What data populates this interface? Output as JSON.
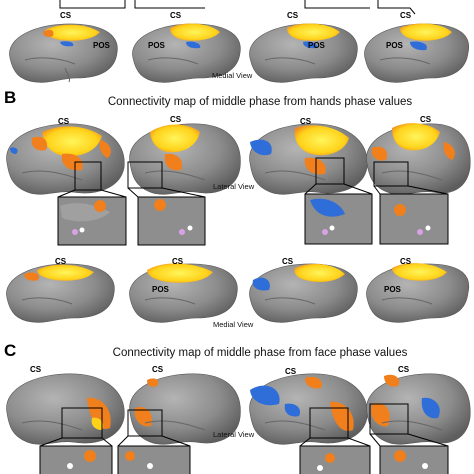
{
  "panels": [
    {
      "letter": "",
      "title": "",
      "medial_view_label": "Medial View",
      "brain_labels": {
        "cs": "CS",
        "pos": "POS"
      }
    },
    {
      "letter": "B",
      "title": "Connectivity map of middle phase from hands phase values",
      "lateral_view_label": "Lateral View",
      "medial_view_label": "Medial View",
      "brain_labels": {
        "cs": "CS",
        "pos": "POS"
      }
    },
    {
      "letter": "C",
      "title": "Connectivity map of middle phase from face phase values",
      "lateral_view_label": "Lateral View",
      "brain_labels": {
        "cs": "CS"
      }
    }
  ],
  "colors": {
    "cortex": "#8e8e8e",
    "cortex_dark": "#6f6f6f",
    "activation_orange": "#f07f1c",
    "activation_yellow": "#ffe81a",
    "activation_blue": "#2f6ed8",
    "inset_border": "#000000"
  }
}
